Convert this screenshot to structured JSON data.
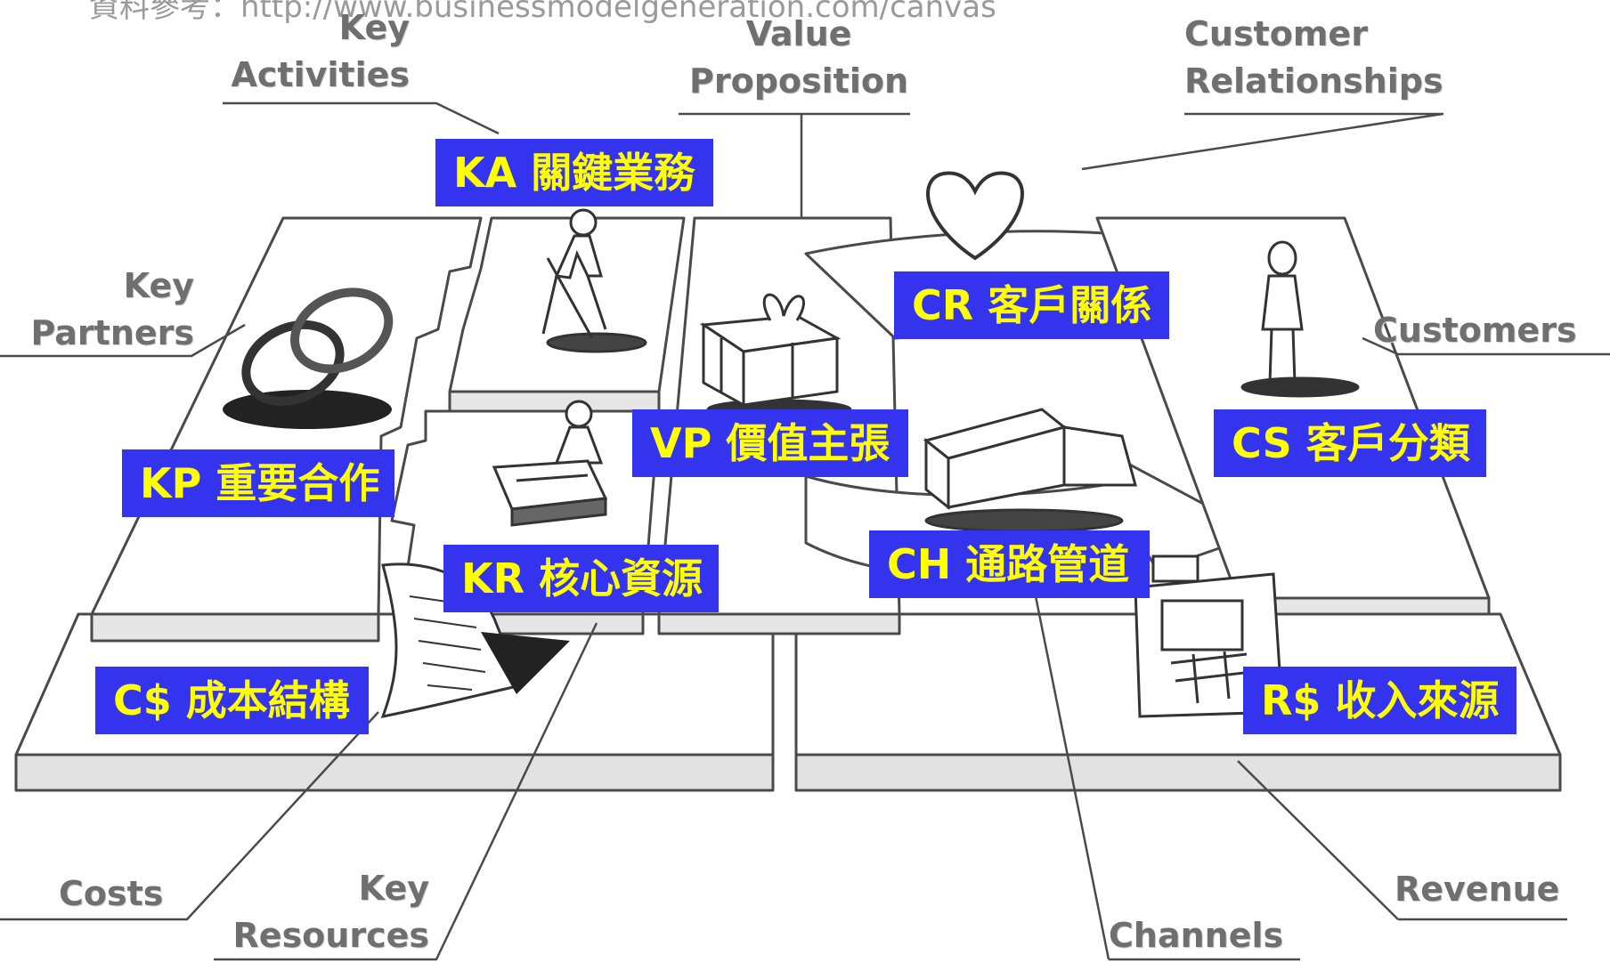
{
  "source_text": "資料參考：http://www.businessmodelgeneration.com/canvas",
  "labels": {
    "key_activities": [
      "Key",
      "Activities"
    ],
    "value_proposition": [
      "Value",
      "Proposition"
    ],
    "customer_relationships": [
      "Customer",
      "Relationships"
    ],
    "key_partners": [
      "Key",
      "Partners"
    ],
    "customers": [
      "Customers"
    ],
    "costs": [
      "Costs"
    ],
    "key_resources": [
      "Key",
      "Resources"
    ],
    "channels": [
      "Channels"
    ],
    "revenue": [
      "Revenue"
    ]
  },
  "tags": {
    "ka": "KA 關鍵業務",
    "cr": "CR 客戶關係",
    "kp": "KP 重要合作",
    "vp": "VP 價值主張",
    "cs": "CS 客戶分類",
    "kr": "KR 核心資源",
    "ch": "CH 通路管道",
    "cost": "C$ 成本結構",
    "rev": "R$ 收入來源"
  },
  "colors": {
    "tag_background": "#3434ee",
    "tag_text": "#ffff00",
    "label_text": "#6f6f6f",
    "line": "#4a4a4a"
  }
}
